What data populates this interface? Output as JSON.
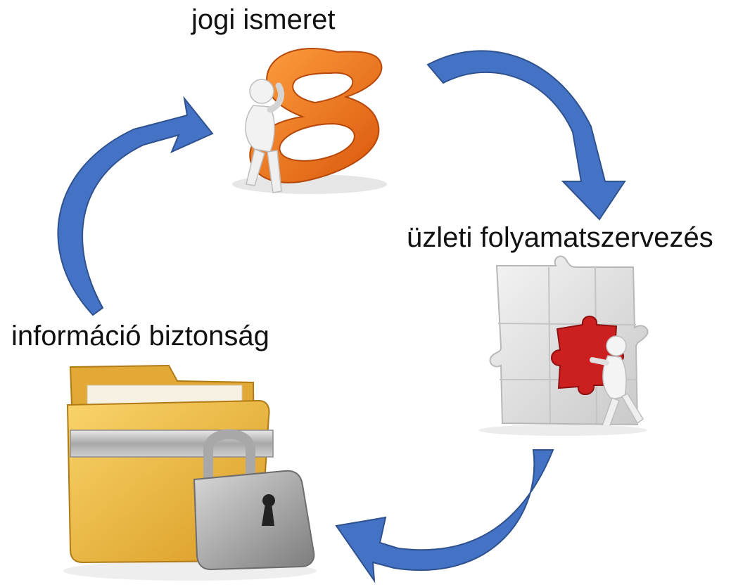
{
  "nodes": {
    "legal": {
      "label": "jogi ismeret",
      "icon": "paragraph-sign-figure-icon"
    },
    "process": {
      "label": "üzleti folyamatszervezés",
      "icon": "puzzle-figure-icon"
    },
    "security": {
      "label": "információ biztonság",
      "icon": "locked-folder-icon"
    }
  },
  "colors": {
    "arrow": "#4472c4",
    "arrow_dark": "#2f528f",
    "paragraph": "#f07a1a",
    "puzzle_gray": "#e4e4e4",
    "puzzle_red": "#cc1f1f",
    "folder": "#f2c14e",
    "lock": "#9a9a9a"
  }
}
